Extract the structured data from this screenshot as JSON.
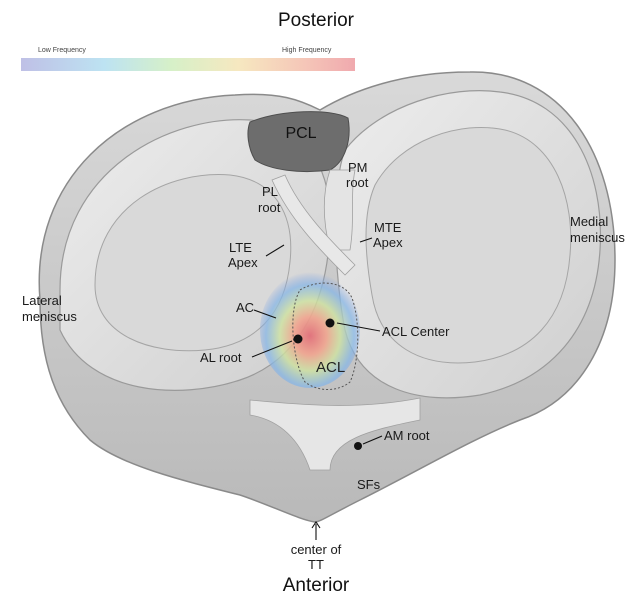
{
  "title_top": "Posterior",
  "title_bottom": "Anterior",
  "legend": {
    "low_label": "Low Frequency",
    "high_label": "High Frequency",
    "colors": [
      "#bfc0e6",
      "#bde3f2",
      "#d6f0c8",
      "#f6e8c0",
      "#f5c6b8",
      "#f0a9ae"
    ]
  },
  "labels": {
    "pcl": "PCL",
    "pm_root_1": "PM",
    "pm_root_2": "root",
    "pl_root_1": "PL",
    "pl_root_2": "root",
    "mte_apex_1": "MTE",
    "mte_apex_2": "Apex",
    "lte_apex_1": "LTE",
    "lte_apex_2": "Apex",
    "medial_meniscus_1": "Medial",
    "medial_meniscus_2": "meniscus",
    "lateral_meniscus_1": "Lateral",
    "lateral_meniscus_2": "meniscus",
    "ac": "AC",
    "acl_center": "ACL Center",
    "al_root": "AL root",
    "acl": "ACL",
    "am_root": "AM root",
    "sfs": "SFs",
    "center_tt_1": "center of",
    "center_tt_2": "TT"
  },
  "colors": {
    "tibia": "#cdcdcd",
    "meniscus": "#e2e2e2",
    "plateau": "#d6d6d6",
    "pcl_fill": "#6d6d6d",
    "heat_outer": "#9fb7e8",
    "heat_mid": "#c9e6a8",
    "heat_inner": "#ef8f8f"
  }
}
